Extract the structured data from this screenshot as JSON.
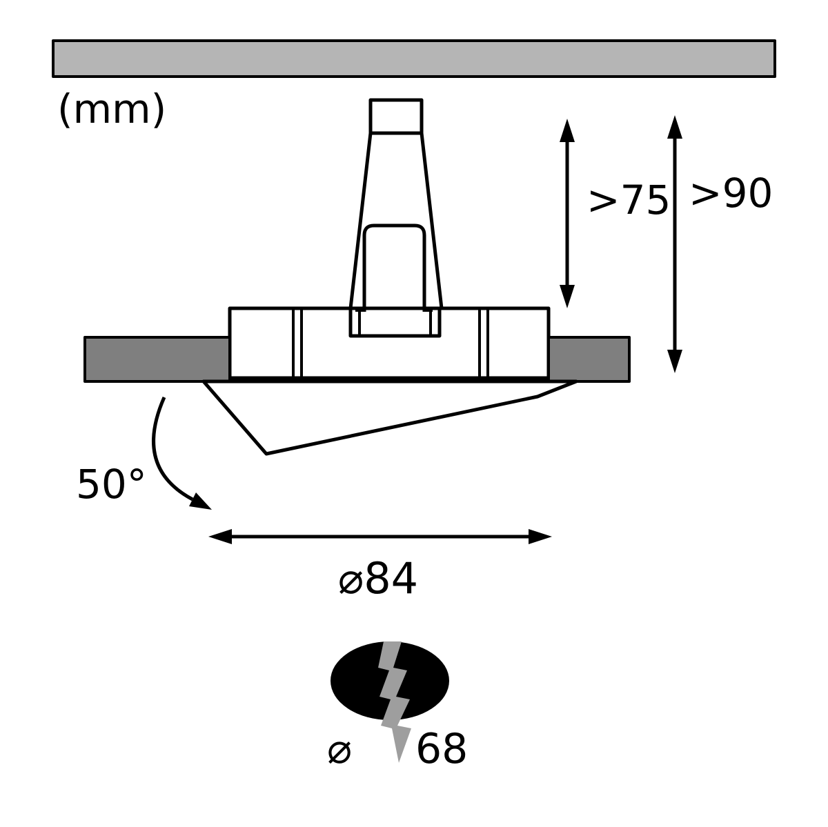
{
  "unit_label": "(mm)",
  "dimensions": {
    "recess_depth": ">75",
    "total_depth": ">90",
    "swivel_angle": "50°",
    "outer_diameter": "⌀84",
    "cutout_symbol": "⌀",
    "cutout_value": "68"
  },
  "colors": {
    "background": "#ffffff",
    "line": "#000000",
    "ceiling_fill": "#b5b5b5",
    "flange_fill": "#7f7f7f",
    "socket_fill": "#000000",
    "bolt_fill": "#9e9e9e"
  }
}
